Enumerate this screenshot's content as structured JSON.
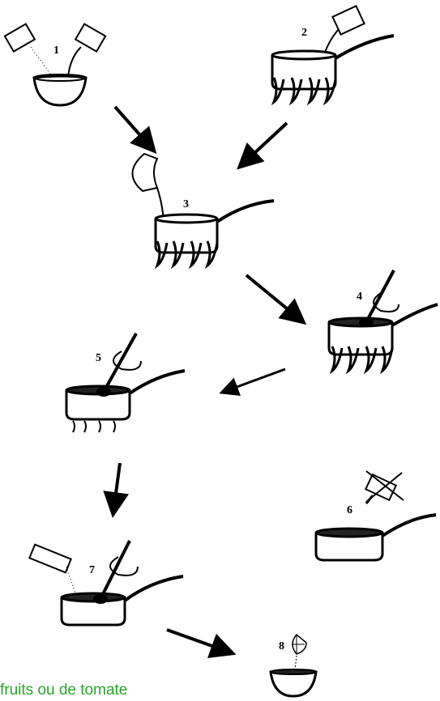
{
  "steps": [
    {
      "number": "1"
    },
    {
      "number": "2"
    },
    {
      "number": "3"
    },
    {
      "number": "4"
    },
    {
      "number": "5"
    },
    {
      "number": "6"
    },
    {
      "number": "7"
    },
    {
      "number": "8"
    }
  ],
  "caption": "fruits ou  de tomate",
  "colors": {
    "ink": "#000000",
    "caption": "#2aa52a",
    "background": "#ffffff"
  }
}
